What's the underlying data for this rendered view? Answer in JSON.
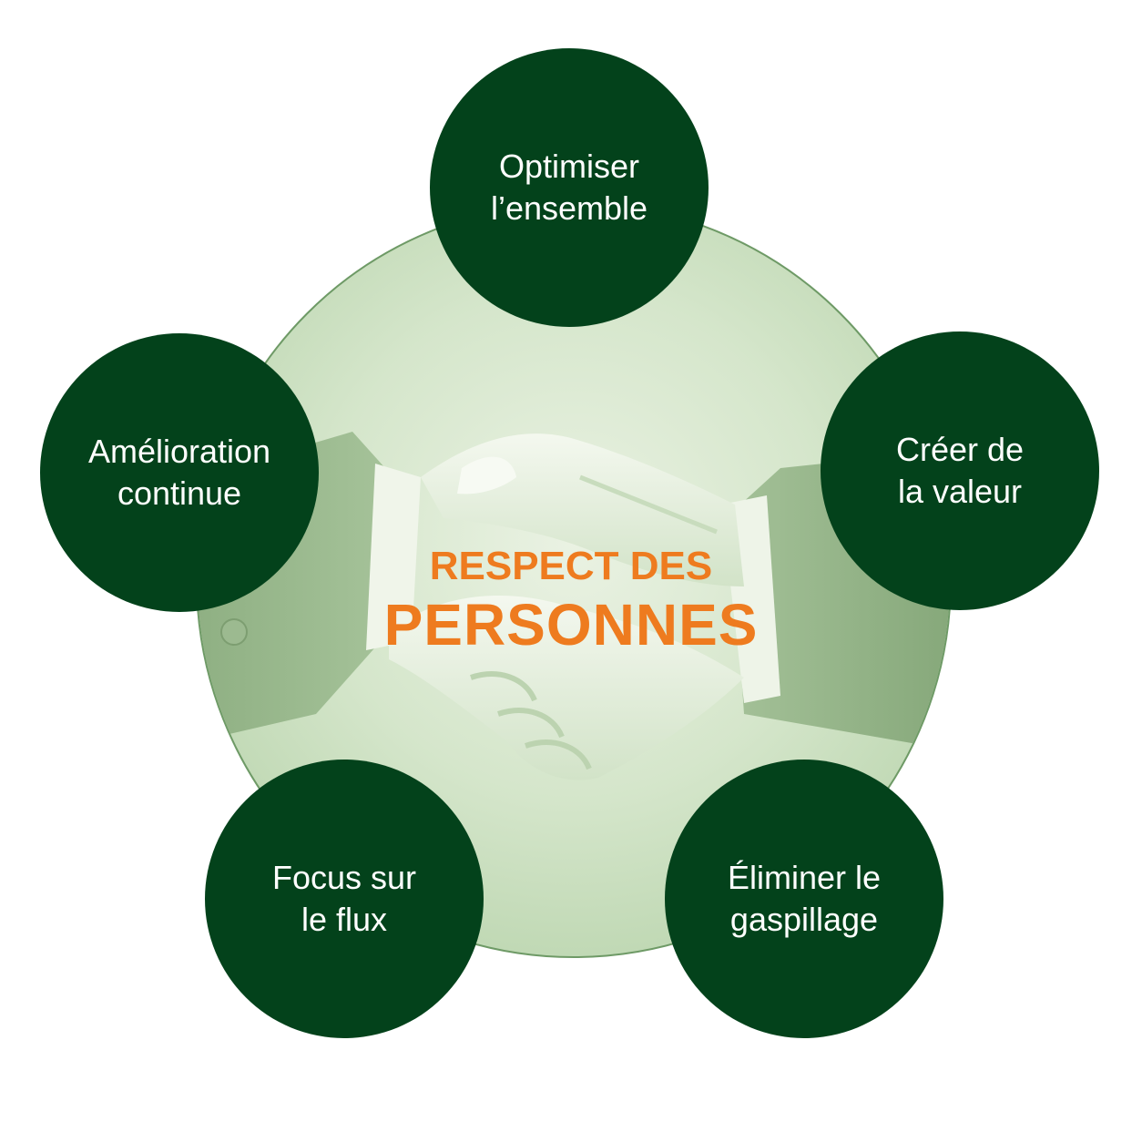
{
  "diagram": {
    "center": {
      "line1": "RESPECT DES",
      "line2": "PERSONNES",
      "image": "handshake-illustration"
    },
    "nodes": [
      {
        "id": "top",
        "label": "Optimiser\nl’ensemble"
      },
      {
        "id": "left",
        "label": "Amélioration\ncontinue"
      },
      {
        "id": "right",
        "label": "Créer de\nla valeur"
      },
      {
        "id": "bottom-left",
        "label": "Focus sur\nle flux"
      },
      {
        "id": "bottom-right",
        "label": "Éliminer le\ngaspillage"
      }
    ],
    "colors": {
      "node_fill": "#03421b",
      "node_text": "#ffffff",
      "center_text": "#ee7b1f",
      "center_disc": "#d5e6cb"
    }
  }
}
